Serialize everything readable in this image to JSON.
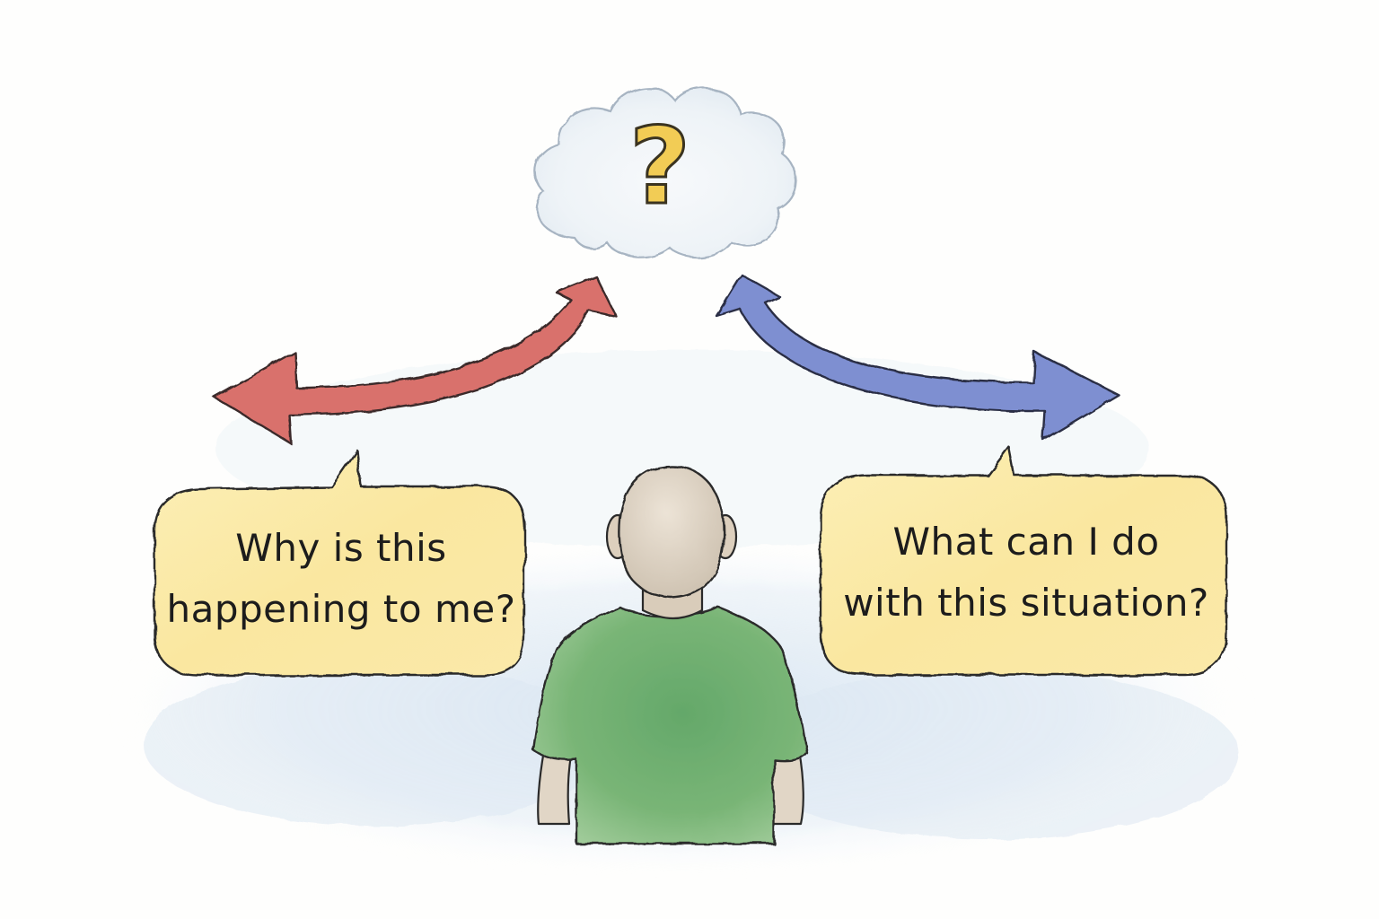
{
  "thought_cloud": {
    "symbol": "?",
    "icon": "question-mark-icon"
  },
  "arrows": [
    {
      "name": "negative-path",
      "color": "#d9716c",
      "direction": "left"
    },
    {
      "name": "positive-path",
      "color": "#7e8fd1",
      "direction": "right"
    }
  ],
  "bubbles": {
    "left": {
      "line1": "Why is this",
      "line2": "happening to me?",
      "fill": "#fbeaa6"
    },
    "right": {
      "line1": "What can I do",
      "line2": "with this situation?",
      "fill": "#fbeaa6"
    }
  },
  "person": {
    "shirt_color": "#6fae6d",
    "skin_color": "#e3d8c9"
  },
  "palette": {
    "outline": "#2a2a2a",
    "ground_wash": "#dfeaf4"
  }
}
